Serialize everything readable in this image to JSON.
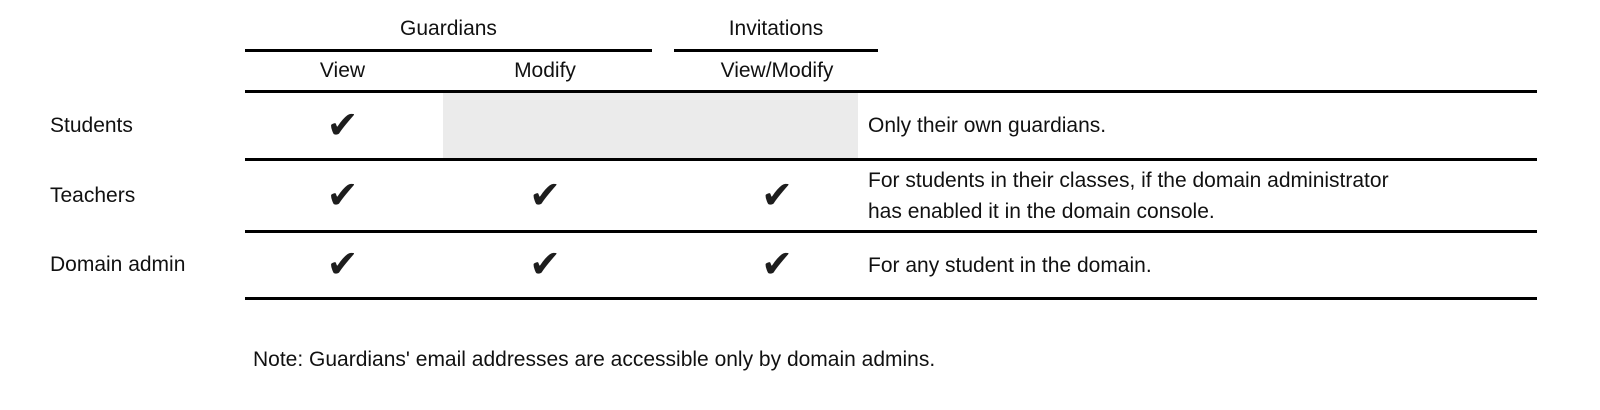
{
  "table": {
    "group_headers": [
      {
        "label": "Guardians"
      },
      {
        "label": "Invitations"
      }
    ],
    "column_headers": {
      "view": "View",
      "modify": "Modify",
      "view_modify": "View/Modify"
    },
    "check_icon_glyph": "✔",
    "rows": [
      {
        "label": "Students",
        "view": "✔",
        "modify": "",
        "view_modify": "",
        "modify_shaded_no_access": true,
        "note_lines": [
          "Only their own guardians."
        ]
      },
      {
        "label": "Teachers",
        "view": "✔",
        "modify": "✔",
        "view_modify": "✔",
        "note_lines": [
          "For students in their classes, if the domain administrator",
          "has enabled it in the domain console."
        ]
      },
      {
        "label": "Domain admin",
        "view": "✔",
        "modify": "✔",
        "view_modify": "✔",
        "note_lines": [
          "For any student in the domain."
        ]
      }
    ]
  },
  "footnote": "Note: Guardians' email addresses are accessible only by domain admins.",
  "colors": {
    "text": "#111111",
    "rule": "#000000",
    "shaded_cell": "#ebebeb",
    "background": "#ffffff"
  }
}
